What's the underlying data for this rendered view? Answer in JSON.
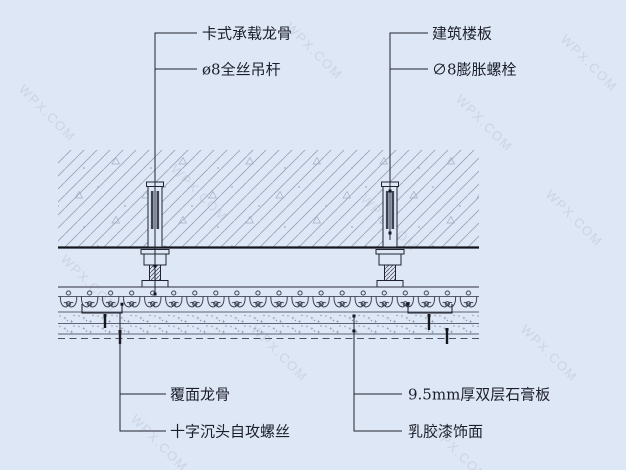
{
  "drawing_type": "ceiling-suspension-detail",
  "colors": {
    "background": "#dee7f6",
    "line_dark": "#1f2430",
    "line_light": "#5a6375",
    "hatch": "#96a0b8",
    "stipple": "#8893ab",
    "watermark": "#bcc5d7",
    "text": "#1c1f2a"
  },
  "watermark": {
    "text": "WPX.COM"
  },
  "callouts": {
    "top_left": [
      {
        "label": "卡式承载龙骨"
      },
      {
        "label": "ø8全丝吊杆"
      }
    ],
    "top_right": [
      {
        "label": "建筑楼板"
      },
      {
        "label": "∅8膨胀螺栓"
      }
    ],
    "bottom_left": [
      {
        "label": "覆面龙骨"
      },
      {
        "label": "十字沉头自攻螺丝"
      }
    ],
    "bottom_right": [
      {
        "label": "9.5mm厚双层石膏板"
      },
      {
        "label": "乳胶漆饰面"
      }
    ]
  },
  "components": {
    "floor_slab": "concrete floor slab, 45° hatch with aggregate speckles",
    "expansion_bolt": "ø8 expansion bolt embedded in slab",
    "hanger_rod": "ø8 full-thread hanger rod with nut and washer",
    "carrying_channel": "clip-type load-bearing channel (row of circles)",
    "furring_channel": "covering channels shown as repeated curled sections",
    "gypsum_board": "two 9.5mm gypsum board layers, stippled",
    "paint_finish": "latex paint finish, dashed bottom line"
  }
}
